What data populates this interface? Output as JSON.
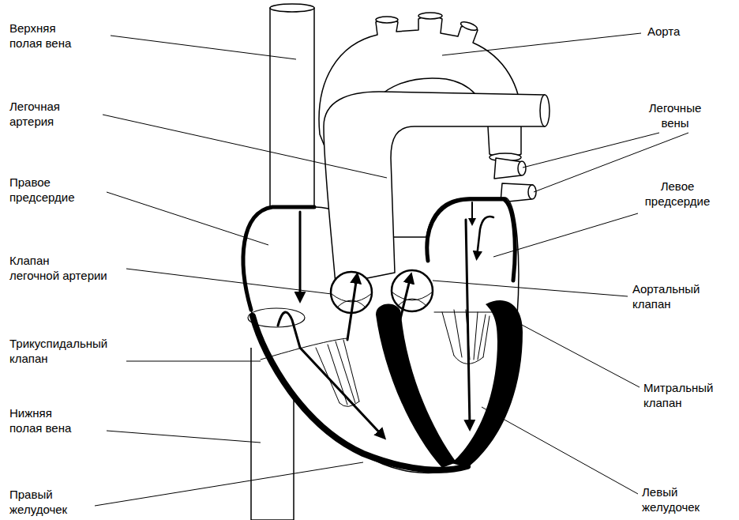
{
  "diagram": {
    "labels": [
      "Верхняя полая вена",
      "Легочная артерия",
      "Правое предсердие",
      "Клапан легочной артерии",
      "Трикуспидальный клапан",
      "Нижняя полая вена",
      "Правый желудочек",
      "Аорта",
      "Легочные вены",
      "Левое предсердие",
      "Аортальный клапан",
      "Митральный клапан",
      "Левый желудочек"
    ]
  }
}
